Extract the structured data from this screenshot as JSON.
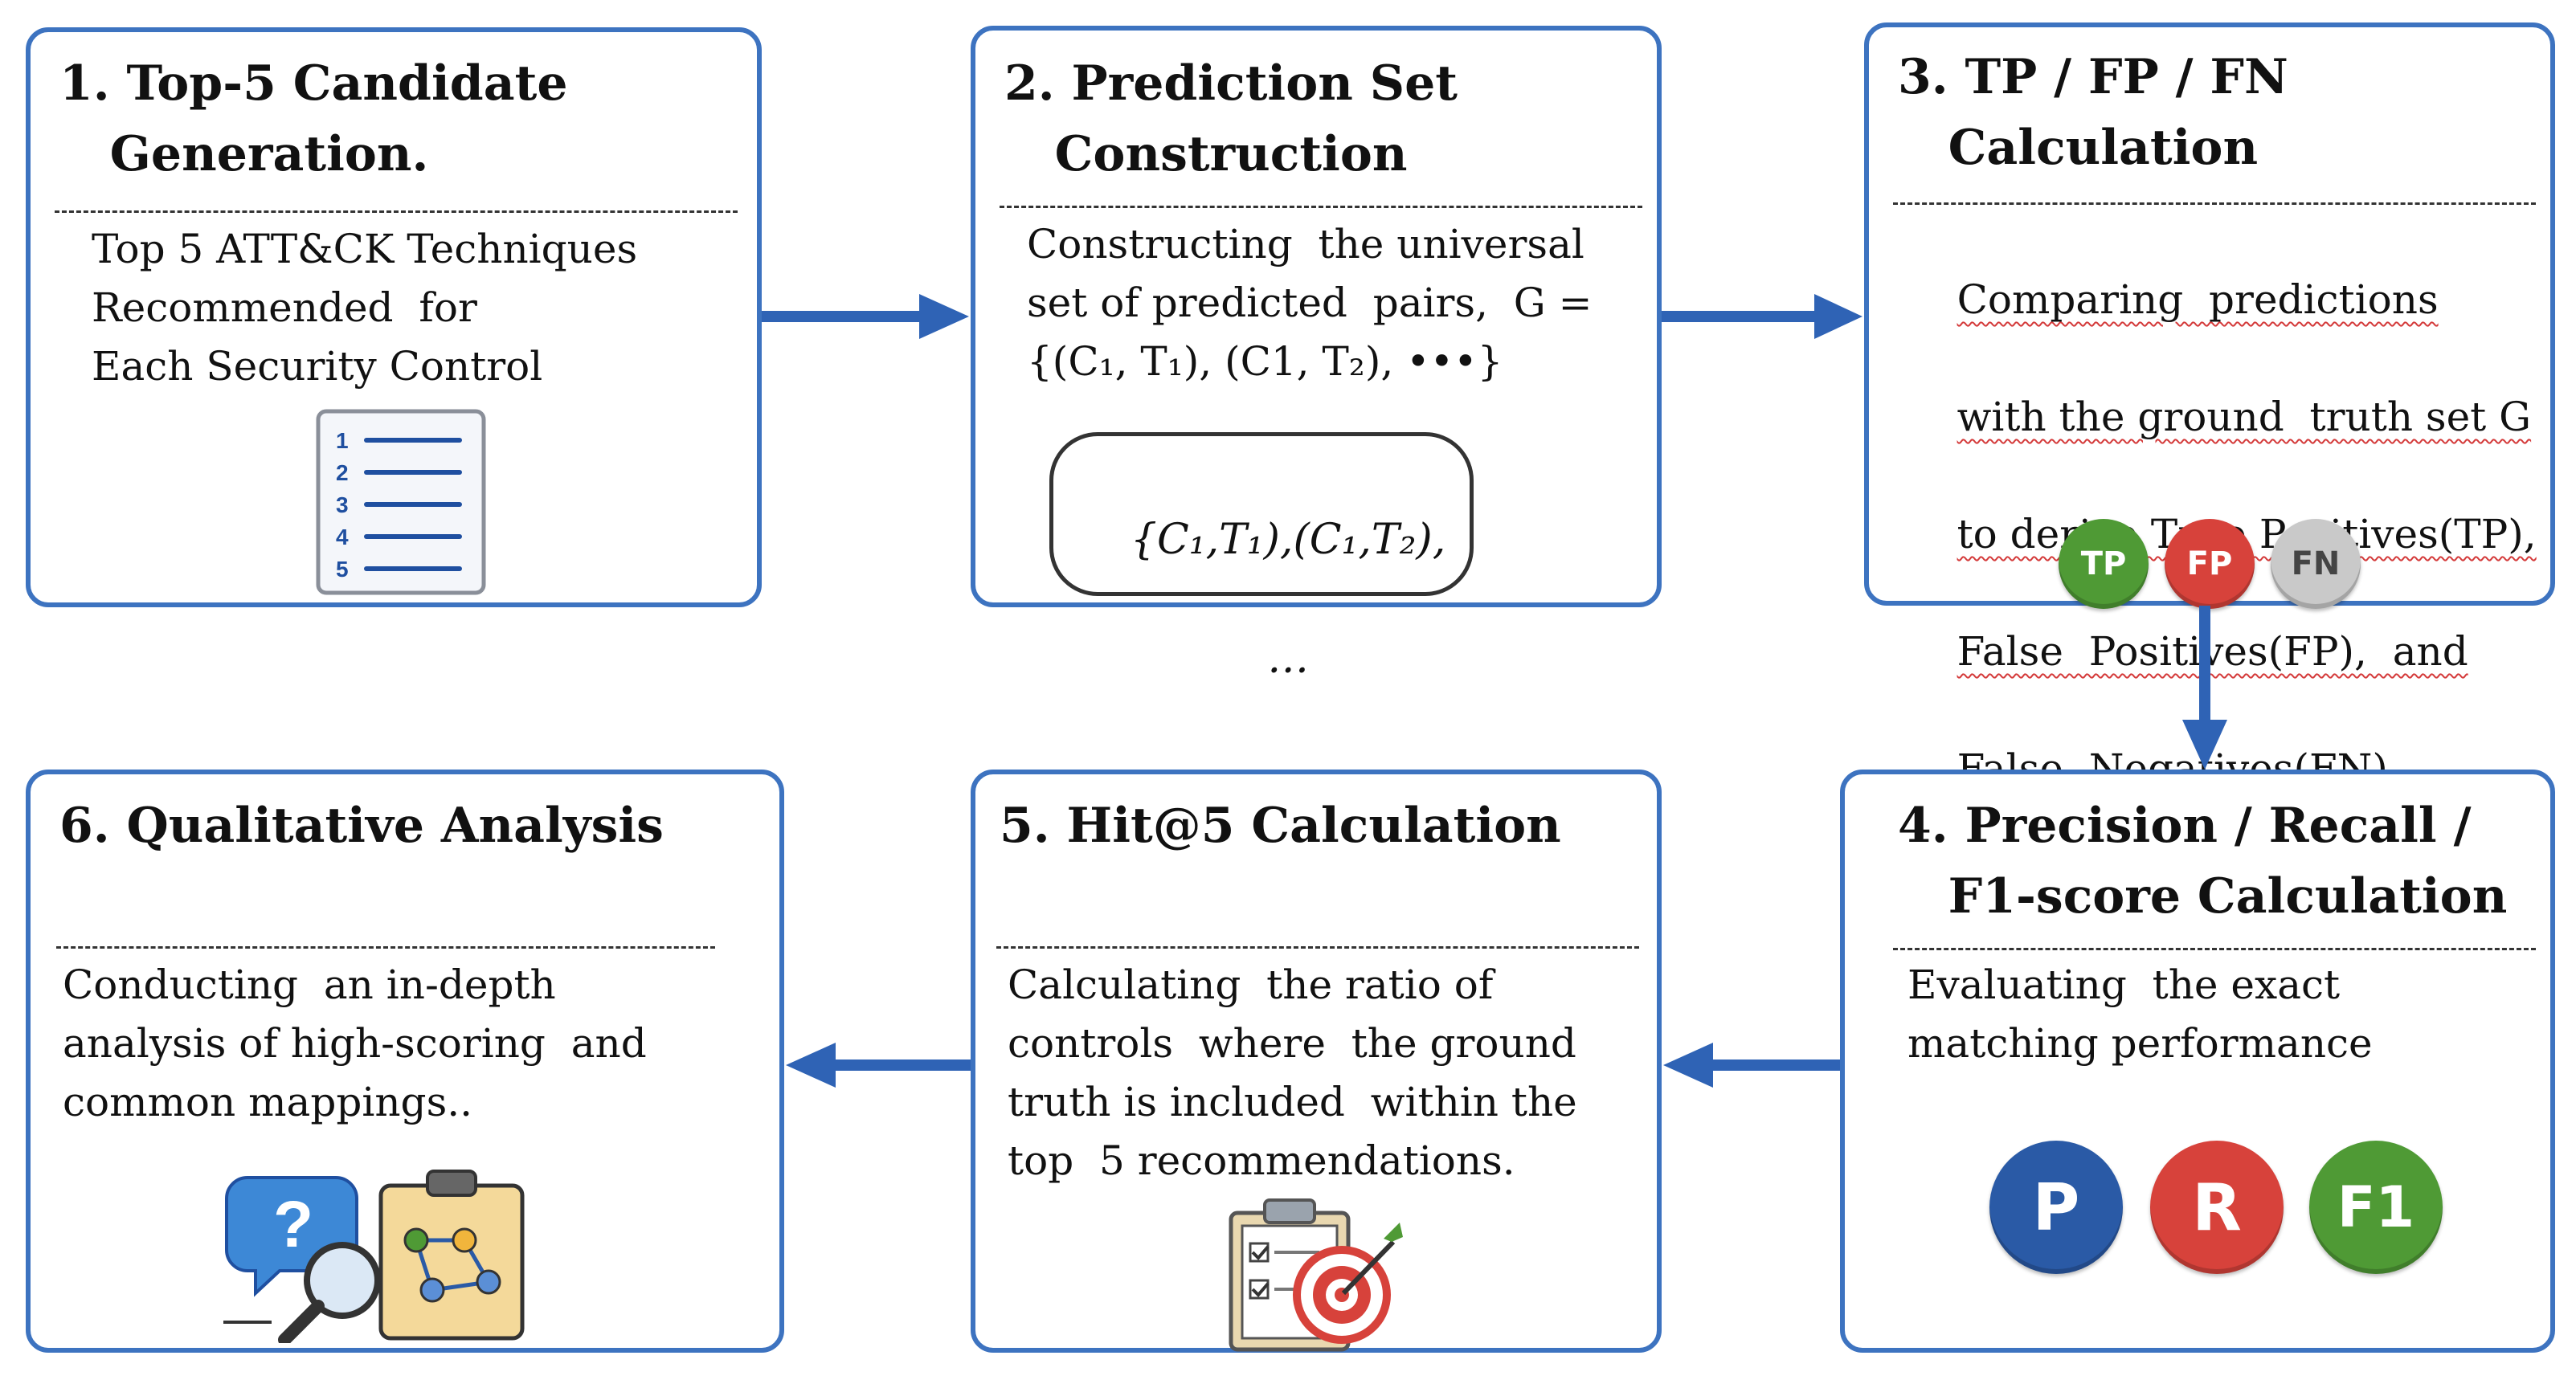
{
  "steps": [
    {
      "title": "1. Top-5 Candidate\n   Generation.",
      "body": "Top 5 ATT&CK Techniques\nRecommended  for\nEach Security Control",
      "icon": "numbered-list-icon",
      "list_numbers": [
        "1",
        "2",
        "3",
        "4",
        "5"
      ]
    },
    {
      "title": "2. Prediction Set\n   Construction",
      "body": "Constructing  the universal\nset of predicted  pairs,  G =\n{(C₁, T₁), (C1, T₂), •••}",
      "pill_line1": "{C₁,T₁),(C₁,T₂),",
      "pill_line2": "…"
    },
    {
      "title": "3. TP / FP / FN\n   Calculation",
      "body_lines": [
        "Comparing  predictions",
        "with the ground  truth set G",
        "to derive True Positives(TP),",
        "False  Positives(FP),  and",
        "False  Negatives(FN)."
      ],
      "badges": [
        "TP",
        "FP",
        "FN"
      ]
    },
    {
      "title": "4. Precision / Recall /\n   F1-score Calculation",
      "body": "Evaluating  the exact\nmatching performance",
      "badges": [
        "P",
        "R",
        "F1"
      ]
    },
    {
      "title": "5. Hit@5 Calculation",
      "body": "Calculating  the ratio of\ncontrols  where  the ground\ntruth is included  within the\ntop  5 recommendations.",
      "icon": "clipboard-target-icon"
    },
    {
      "title": "6. Qualitative Analysis",
      "body": "Conducting  an in-depth\nanalysis of high-scoring  and\ncommon mappings..",
      "icon": "question-magnifier-clipboard-icon"
    }
  ],
  "colors": {
    "border": "#3d73c0",
    "arrow": "#2f63b5",
    "tp": "#4f9a35",
    "fp": "#d7423b",
    "fn": "#c9c9c9",
    "p": "#2a5aa6",
    "r": "#d7423b",
    "f1": "#4f9a35"
  }
}
